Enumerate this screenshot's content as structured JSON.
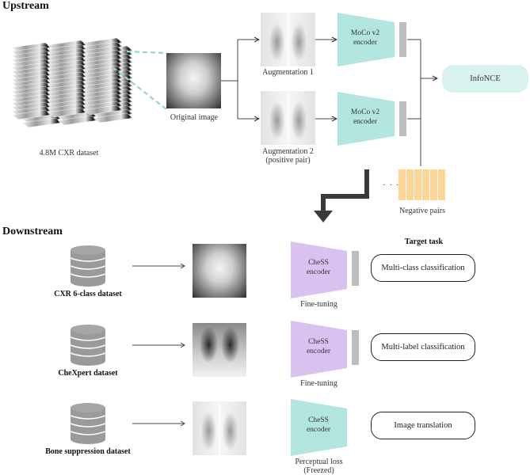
{
  "upstream": {
    "title": "Upstream",
    "dataset_label": "4.8M CXR dataset",
    "original_image_label": "Original image",
    "augmentations": [
      {
        "label": "Augmentation 1",
        "sublabel": ""
      },
      {
        "label": "Augmentation 2",
        "sublabel": "(positive pair)"
      }
    ],
    "encoders": [
      {
        "line1": "MoCo v2",
        "line2": "encoder"
      },
      {
        "line1": "MoCo v2",
        "line2": "encoder"
      }
    ],
    "loss_label": "InfoNCE",
    "ellipsis": "· · ·",
    "negative_pairs_label": "Negative pairs",
    "negative_pairs_count": 6
  },
  "downstream": {
    "title": "Downstream",
    "target_task_header": "Target task",
    "rows": [
      {
        "dataset_label": "CXR 6-class dataset",
        "encoder_line1": "CheSS",
        "encoder_line2": "encoder",
        "encoder_color": "#d9c2f0",
        "mode_line1": "Fine-tuning",
        "mode_line2": "",
        "task_label": "Multi-class classification",
        "has_head": true
      },
      {
        "dataset_label": "CheXpert dataset",
        "encoder_line1": "CheSS",
        "encoder_line2": "encoder",
        "encoder_color": "#d9c2f0",
        "mode_line1": "Fine-tuning",
        "mode_line2": "",
        "task_label": "Multi-label classification",
        "has_head": true
      },
      {
        "dataset_label": "Bone suppression dataset",
        "encoder_line1": "CheSS",
        "encoder_line2": "encoder",
        "encoder_color": "#b3e5df",
        "mode_line1": "Perceptual loss",
        "mode_line2": "(Freezed)",
        "task_label": "Image translation",
        "has_head": false
      }
    ]
  },
  "colors": {
    "moco_encoder": "#b3e5df",
    "infonce_box": "#d8f2ee",
    "negative_pairs": "#fdd596",
    "projection_head": "#bdbdbd",
    "database": "#9a9a9a",
    "big_arrow": "#3a3a3a"
  }
}
